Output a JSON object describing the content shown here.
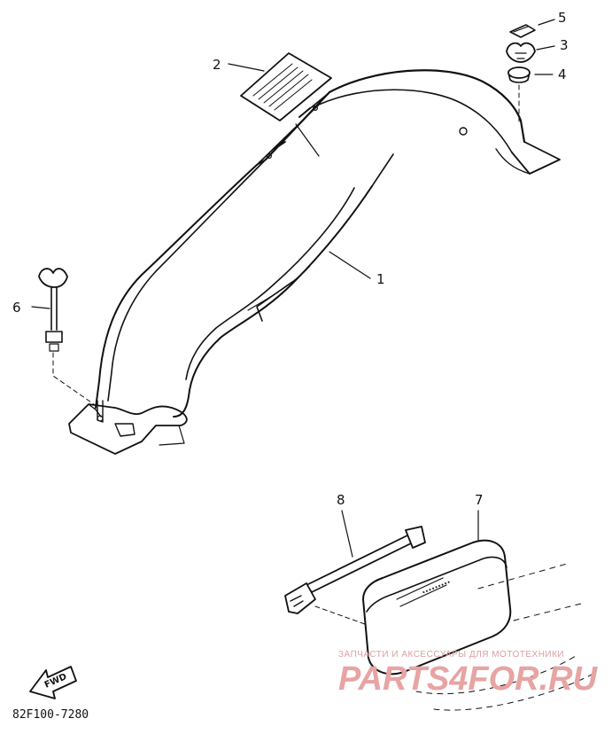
{
  "callouts": [
    "1",
    "2",
    "3",
    "4",
    "5",
    "6",
    "7",
    "8"
  ],
  "fwd_label": "FWD",
  "part_code": "82F100-7280",
  "watermark": {
    "tagline": "ЗАПЧАСТИ И АКСЕССУАРЫ ДЛЯ МОТОТЕХНИКИ",
    "brand": "PARTS4FOR.RU"
  },
  "colors": {
    "ink": "#111111",
    "watermark": "#e8a3a3"
  }
}
